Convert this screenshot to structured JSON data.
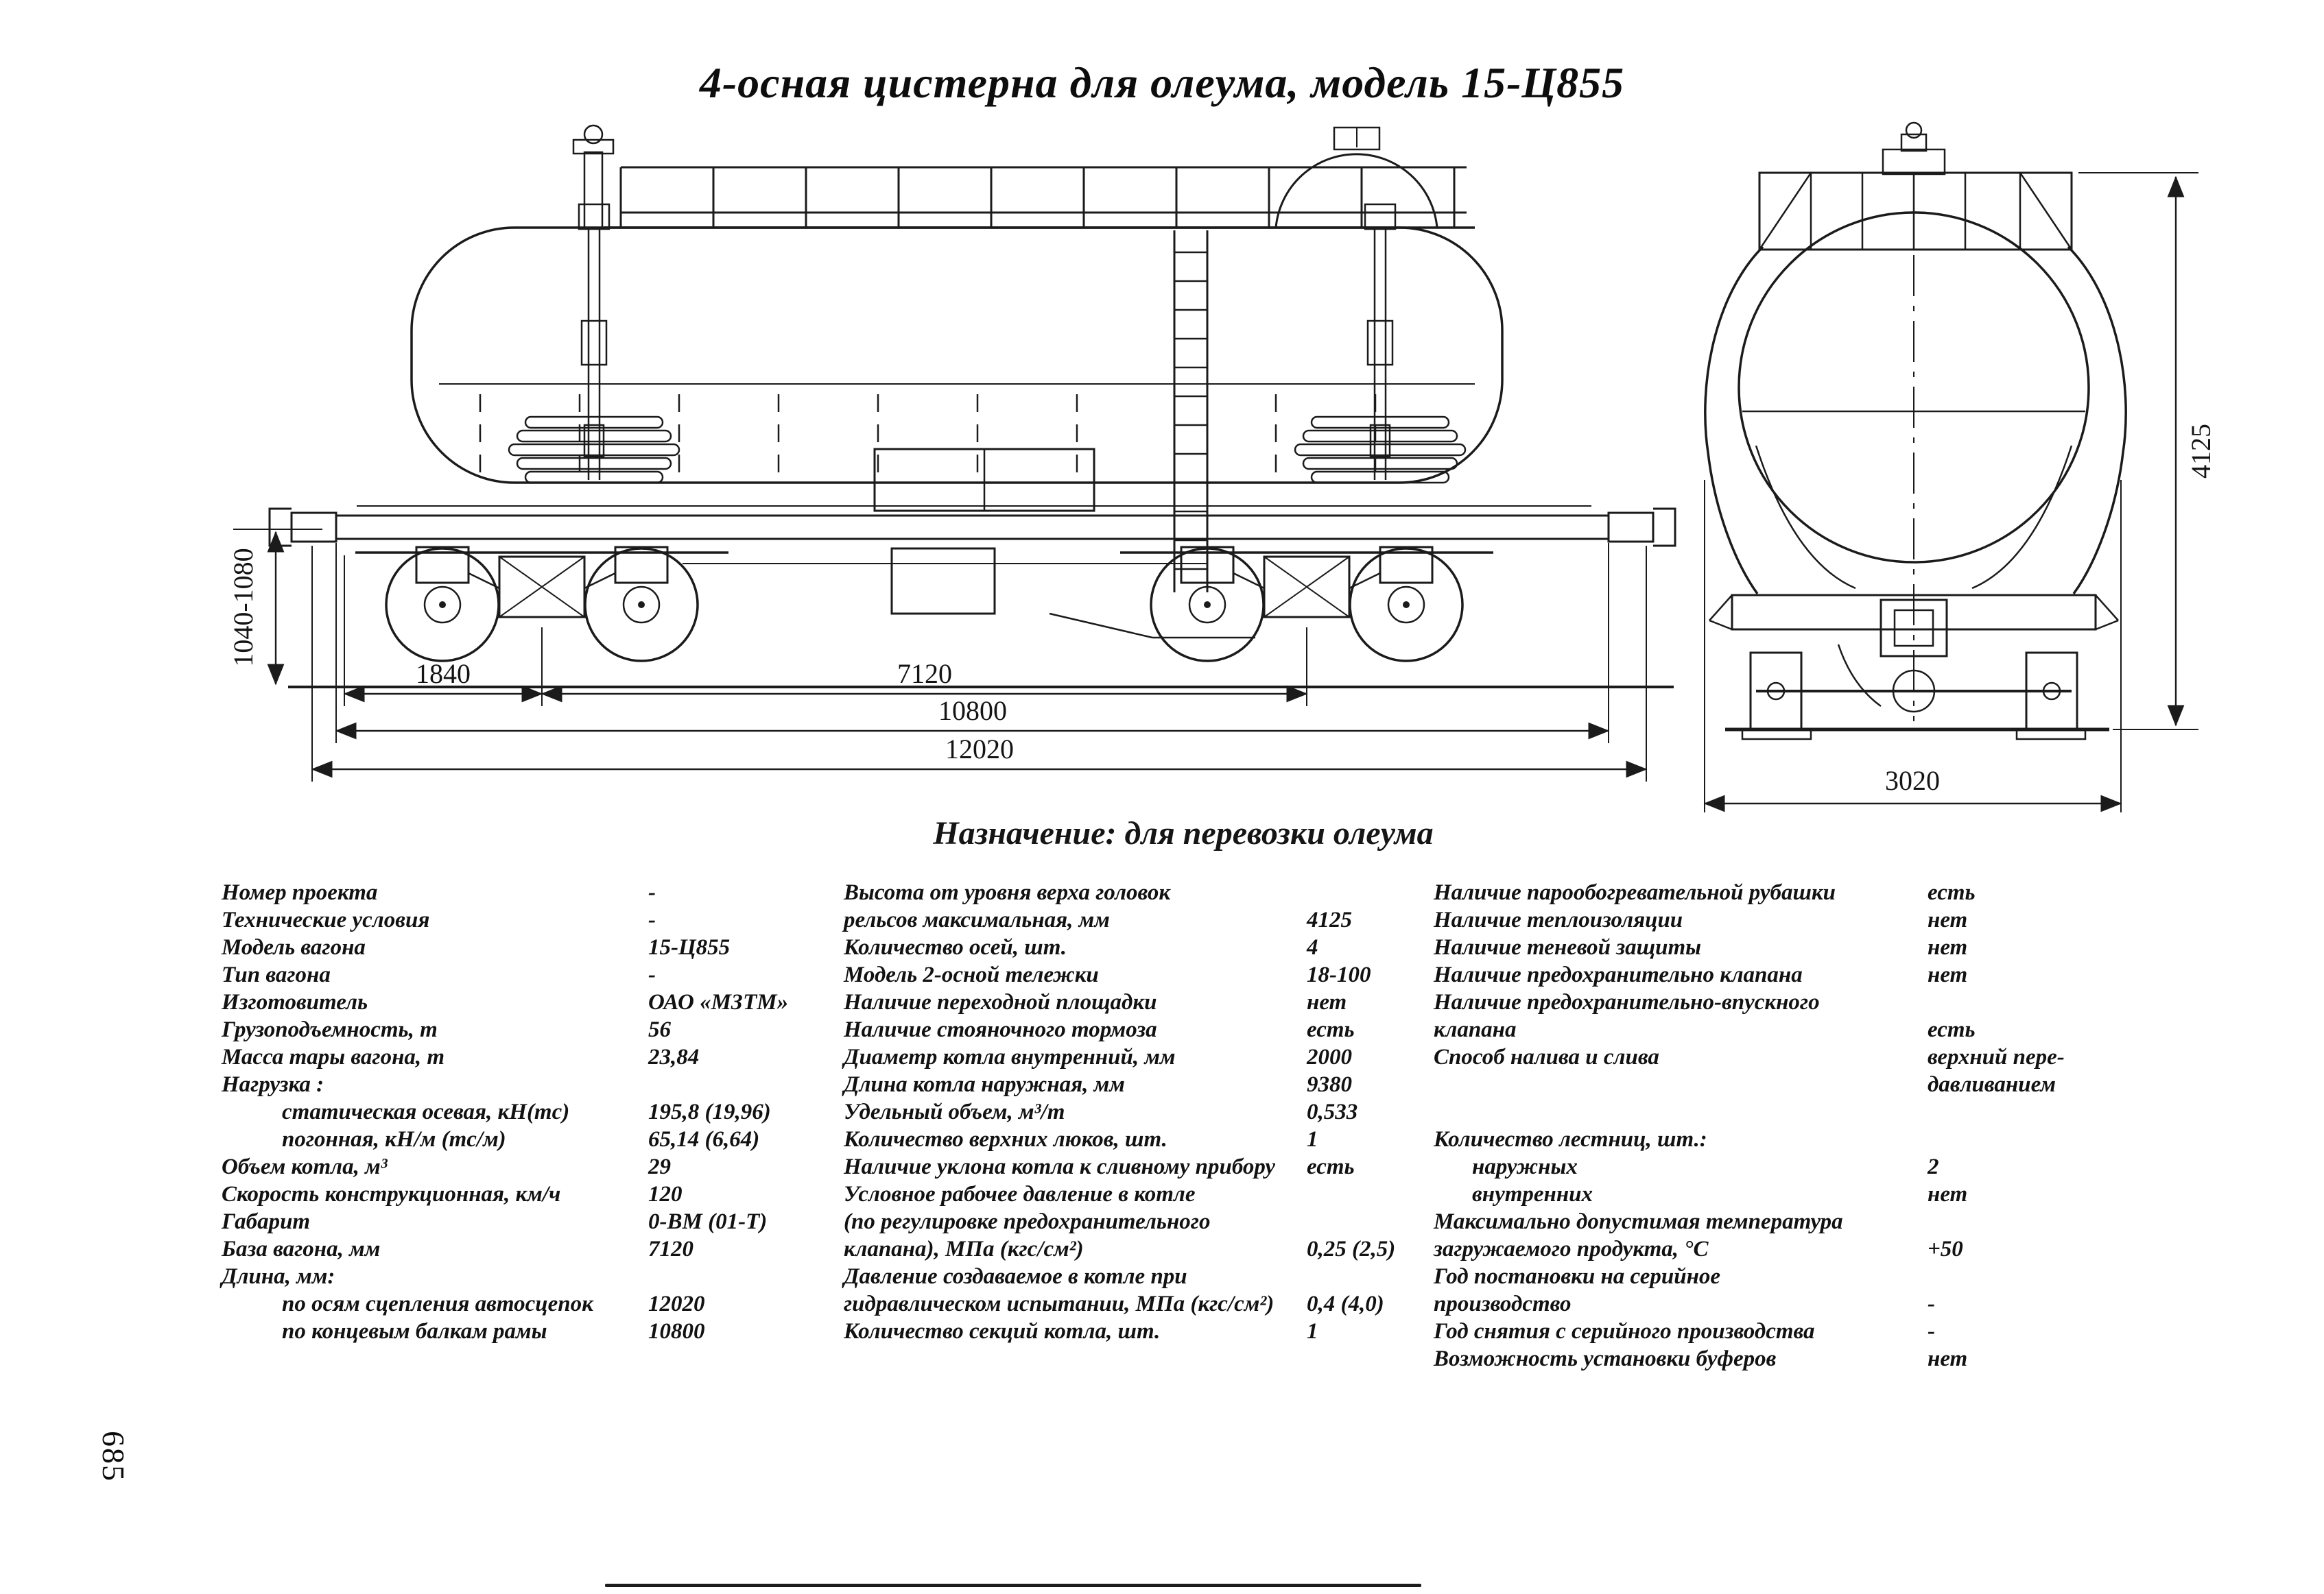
{
  "page": {
    "title": "4-осная цистерна для олеума, модель 15-Ц855",
    "caption": "Назначение: для перевозки олеума",
    "page_number": "685"
  },
  "drawing": {
    "side_view": {
      "dim_coupler_height": "1040-1080",
      "dim_bogie_offset": "1840",
      "dim_base": "7120",
      "dim_frame_length": "10800",
      "dim_coupler_length": "12020"
    },
    "end_view": {
      "dim_height": "4125",
      "dim_width": "3020"
    }
  },
  "specs": {
    "col1": {
      "rows": [
        {
          "label": "Номер проекта",
          "value": "-"
        },
        {
          "label": "Технические условия",
          "value": "-"
        },
        {
          "label": "Модель вагона",
          "value": "15-Ц855"
        },
        {
          "label": "Тип вагона",
          "value": "-"
        },
        {
          "label": "Изготовитель",
          "value": "ОАО «МЗТМ»"
        },
        {
          "label": "Грузоподъемность, т",
          "value": "56"
        },
        {
          "label": "Масса тары вагона, т",
          "value": "23,84"
        },
        {
          "label": "Нагрузка :",
          "value": ""
        },
        {
          "label": "статическая осевая, кН(тс)",
          "value": "195,8 (19,96)",
          "indent": true
        },
        {
          "label": "погонная, кН/м (тс/м)",
          "value": "65,14 (6,64)",
          "indent": true
        },
        {
          "label": "Объем котла, м³",
          "value": "29"
        },
        {
          "label": "Скорость конструкционная, км/ч",
          "value": "120"
        },
        {
          "label": "Габарит",
          "value": "0-ВМ (01-Т)"
        },
        {
          "label": "База вагона, мм",
          "value": "7120"
        },
        {
          "label": "Длина, мм:",
          "value": ""
        },
        {
          "label": "по осям сцепления автосцепок",
          "value": "12020",
          "indent": true
        },
        {
          "label": "по концевым балкам рамы",
          "value": "10800",
          "indent": true
        }
      ]
    },
    "col2": {
      "rows": [
        {
          "label": "Высота от уровня верха головок",
          "value": ""
        },
        {
          "label": "рельсов максимальная, мм",
          "value": "4125"
        },
        {
          "label": "Количество осей, шт.",
          "value": "4"
        },
        {
          "label": "Модель 2-осной тележки",
          "value": "18-100"
        },
        {
          "label": "Наличие переходной площадки",
          "value": "нет"
        },
        {
          "label": "Наличие стояночного тормоза",
          "value": "есть"
        },
        {
          "label": "Диаметр котла внутренний, мм",
          "value": "2000"
        },
        {
          "label": "Длина котла наружная, мм",
          "value": "9380"
        },
        {
          "label": "Удельный объем, м³/т",
          "value": "0,533"
        },
        {
          "label": "Количество верхних люков, шт.",
          "value": "1"
        },
        {
          "label": "Наличие уклона котла к сливному прибору",
          "value": "есть"
        },
        {
          "label": "Условное рабочее давление в котле",
          "value": ""
        },
        {
          "label": "(по регулировке предохранительного",
          "value": ""
        },
        {
          "label": "клапана), МПа (кгс/см²)",
          "value": "0,25 (2,5)"
        },
        {
          "label": "Давление создаваемое в котле при",
          "value": ""
        },
        {
          "label": "гидравлическом испытании, МПа (кгс/см²)",
          "value": "0,4 (4,0)"
        },
        {
          "label": "Количество секций котла, шт.",
          "value": "1"
        }
      ]
    },
    "col3": {
      "rows": [
        {
          "label": "Наличие парообогревательной рубашки",
          "value": "есть"
        },
        {
          "label": "Наличие теплоизоляции",
          "value": "нет"
        },
        {
          "label": "Наличие теневой защиты",
          "value": "нет"
        },
        {
          "label": "Наличие предохранительно клапана",
          "value": "нет"
        },
        {
          "label": "Наличие предохранительно-впускного",
          "value": ""
        },
        {
          "label": "клапана",
          "value": "есть"
        },
        {
          "label": "Способ налива и слива",
          "value": "верхний пере-"
        },
        {
          "label": "",
          "value": "давливанием"
        },
        {
          "label": "",
          "value": ""
        },
        {
          "label": "Количество лестниц, шт.:",
          "value": ""
        },
        {
          "label": "наружных",
          "value": "2",
          "indent": true
        },
        {
          "label": "внутренних",
          "value": "нет",
          "indent": true
        },
        {
          "label": "Максимально допустимая температура",
          "value": ""
        },
        {
          "label": "загружаемого продукта, °С",
          "value": "+50"
        },
        {
          "label": "Год постановки на серийное",
          "value": ""
        },
        {
          "label": "производство",
          "value": "-"
        },
        {
          "label": "Год снятия с серийного производства",
          "value": "-"
        },
        {
          "label": "Возможность установки буферов",
          "value": "нет"
        }
      ]
    }
  }
}
